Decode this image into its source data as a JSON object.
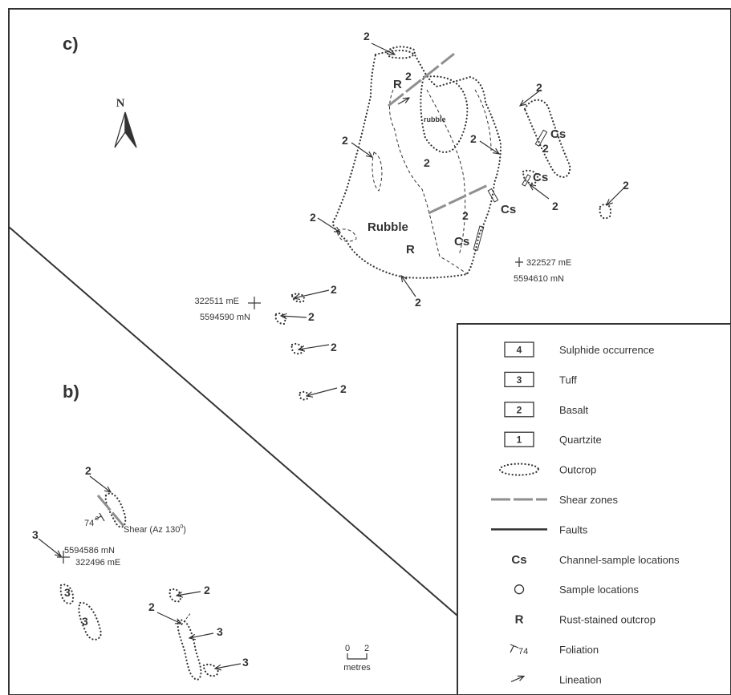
{
  "panels": {
    "c": "c)",
    "b": "b)"
  },
  "north": "N",
  "labels": {
    "basalt": "2",
    "tuff": "3",
    "rust": "R",
    "rubble_small": "rubble",
    "rubble_big": "Rubble",
    "channel": "Cs"
  },
  "coordinates": {
    "c_right_e": "322527 mE",
    "c_right_n": "5594610 mN",
    "c_left_e": "322511 mE",
    "c_left_n": "5594590 mN",
    "b_n": "5594586 mN",
    "b_e": "322496 mE"
  },
  "shear_note": "Shear (Az 130",
  "degree_mark": "0",
  "shear_note_end": ")",
  "foliation_value": "74",
  "scale": {
    "zero": "0",
    "two": "2",
    "unit": "metres"
  },
  "legend": {
    "items": [
      {
        "symbol": "4",
        "label": "Sulphide occurrence"
      },
      {
        "symbol": "3",
        "label": "Tuff"
      },
      {
        "symbol": "2",
        "label": "Basalt"
      },
      {
        "symbol": "1",
        "label": "Quartzite"
      },
      {
        "symbol": "",
        "label": "Outcrop"
      },
      {
        "symbol": "",
        "label": "Shear zones"
      },
      {
        "symbol": "",
        "label": "Faults"
      },
      {
        "symbol": "Cs",
        "label": "Channel-sample locations"
      },
      {
        "symbol": "",
        "label": "Sample locations"
      },
      {
        "symbol": "R",
        "label": "Rust-stained outcrop"
      },
      {
        "symbol": "74",
        "label": "Foliation"
      },
      {
        "symbol": "",
        "label": "Lineation"
      }
    ]
  },
  "colors": {
    "ink": "#333333",
    "shear": "#8f8f8f",
    "background": "#ffffff"
  }
}
